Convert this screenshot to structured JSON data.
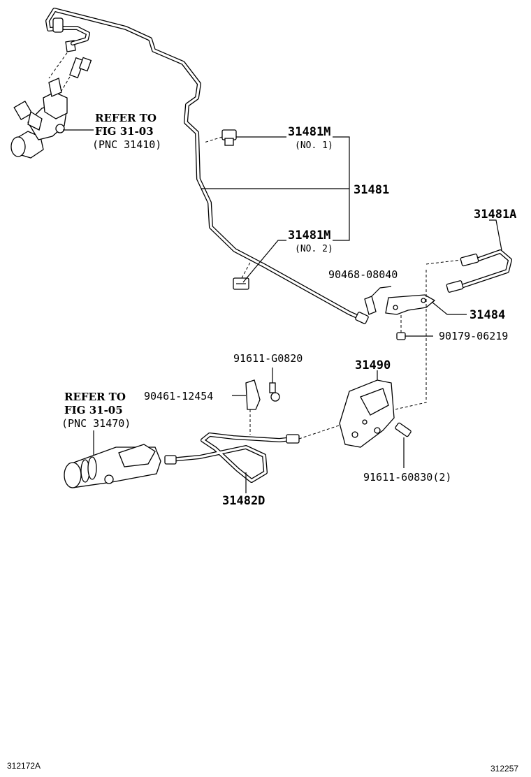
{
  "parts": {
    "p31481M": "31481M",
    "p31481M_no1": "(NO. 1)",
    "p31481": "31481",
    "p31481M_b": "31481M",
    "p31481M_no2": "(NO. 2)",
    "p31481A": "31481A",
    "p90468": "90468-08040",
    "p31484": "31484",
    "p90179": "90179-06219",
    "p91611_g": "91611-G0820",
    "p31490": "31490",
    "p90461": "90461-12454",
    "p91611_6": "91611-60830(2)",
    "p31482D": "31482D"
  },
  "refs": {
    "top": {
      "line1": "REFER TO",
      "line2": "FIG 31-03",
      "line3": "(PNC 31410)"
    },
    "bottom": {
      "line1": "REFER TO",
      "line2": "FIG 31-05",
      "line3": "(PNC 31470)"
    }
  },
  "footer": {
    "left_code": "312172A",
    "right_code": "312257"
  },
  "components": [
    "master-cylinder",
    "clutch-pipe",
    "pipe-clamp-no1",
    "pipe-clamp-no2",
    "flexible-hose",
    "hose-bracket",
    "clip",
    "nut",
    "bolt",
    "release-cylinder-bracket",
    "clutch-release-pipe",
    "release-cylinder",
    "bracket-clip",
    "bracket-bolt"
  ]
}
